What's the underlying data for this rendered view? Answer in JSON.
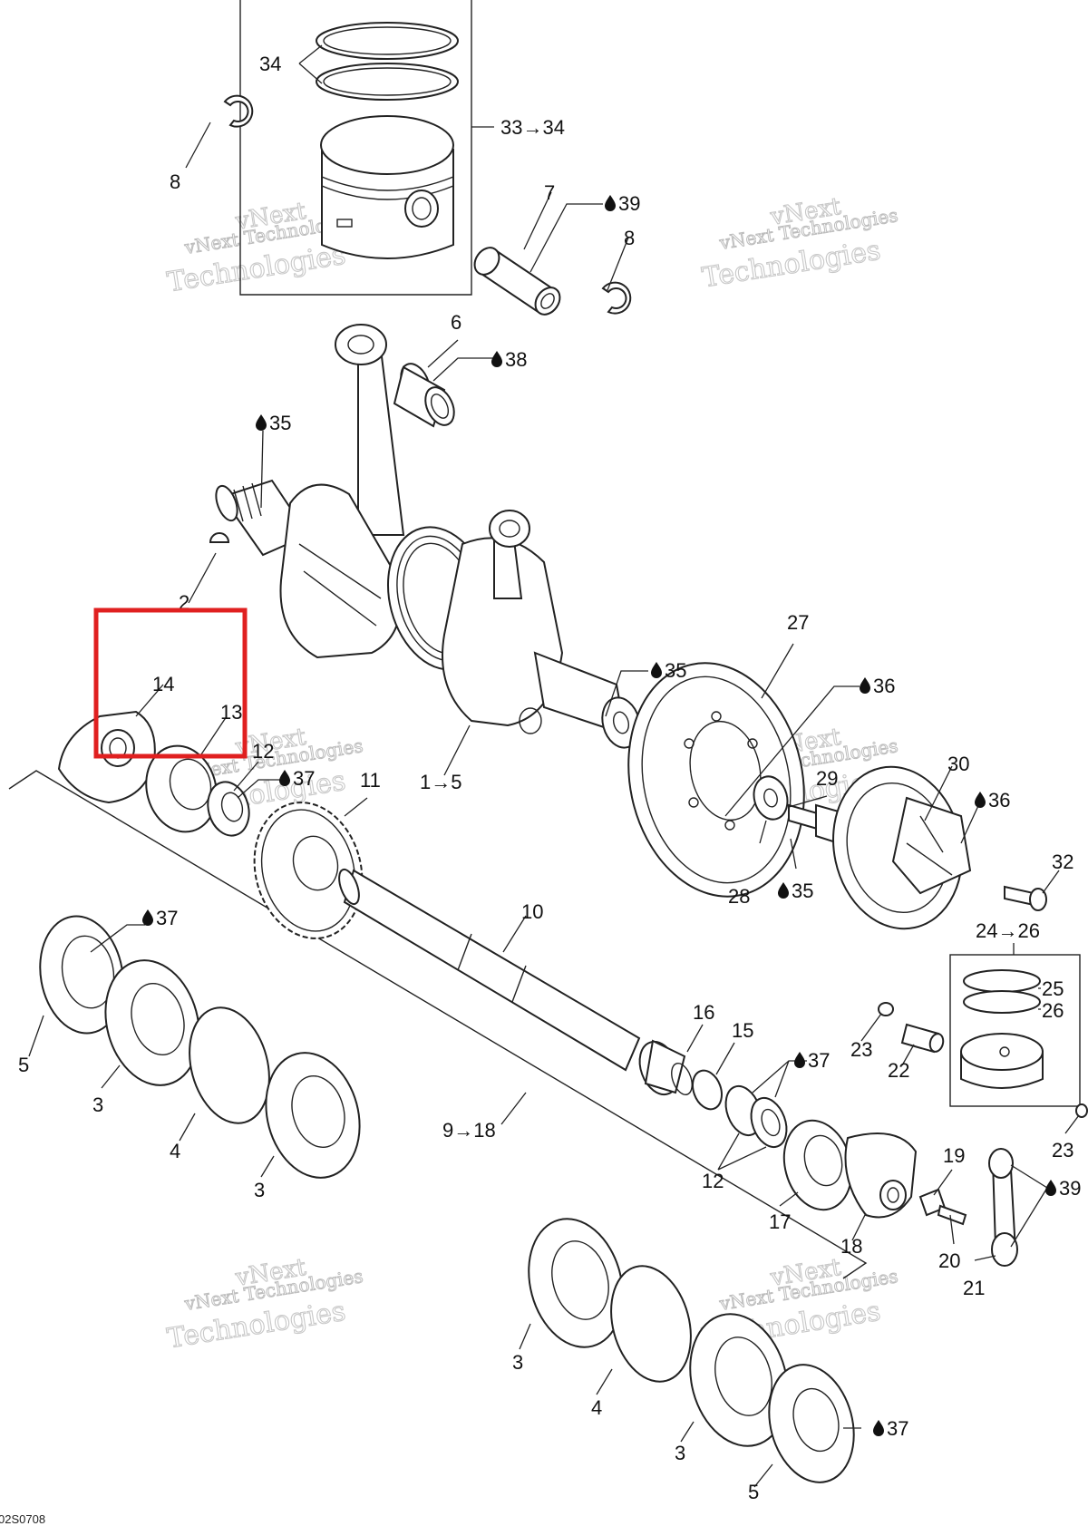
{
  "figure_code": "02S0708",
  "highlight_color": "#e02020",
  "watermark": {
    "line1": "vNext Technologies",
    "line2a": "vNext",
    "line2b": "Technologies"
  },
  "icons": {
    "oil": "oil-drop-icon",
    "arrow": "arrow-right-icon"
  },
  "callouts": [
    {
      "id": "c34",
      "text": "34"
    },
    {
      "id": "c33-34",
      "text": "33→34"
    },
    {
      "id": "c8a",
      "text": "8"
    },
    {
      "id": "c7",
      "text": "7"
    },
    {
      "id": "c39a",
      "text": "39",
      "oil": true
    },
    {
      "id": "c8b",
      "text": "8"
    },
    {
      "id": "c6",
      "text": "6"
    },
    {
      "id": "c38",
      "text": "38",
      "oil": true
    },
    {
      "id": "c35a",
      "text": "35",
      "oil": true
    },
    {
      "id": "c2",
      "text": "2"
    },
    {
      "id": "c14",
      "text": "14"
    },
    {
      "id": "c13",
      "text": "13"
    },
    {
      "id": "c12a",
      "text": "12"
    },
    {
      "id": "c37a",
      "text": "37",
      "oil": true
    },
    {
      "id": "c11",
      "text": "11"
    },
    {
      "id": "c1-5",
      "text": "1→5"
    },
    {
      "id": "c35b",
      "text": "35",
      "oil": true
    },
    {
      "id": "c27",
      "text": "27"
    },
    {
      "id": "c36a",
      "text": "36",
      "oil": true
    },
    {
      "id": "c29",
      "text": "29"
    },
    {
      "id": "c30",
      "text": "30"
    },
    {
      "id": "c36b",
      "text": "36",
      "oil": true
    },
    {
      "id": "c28",
      "text": "28"
    },
    {
      "id": "c35c",
      "text": "35",
      "oil": true
    },
    {
      "id": "c32",
      "text": "32"
    },
    {
      "id": "c24-26",
      "text": "24→26"
    },
    {
      "id": "c25",
      "text": "25"
    },
    {
      "id": "c26",
      "text": "26"
    },
    {
      "id": "c37b",
      "text": "37",
      "oil": true
    },
    {
      "id": "c5a",
      "text": "5"
    },
    {
      "id": "c3a",
      "text": "3"
    },
    {
      "id": "c4a",
      "text": "4"
    },
    {
      "id": "c3b",
      "text": "3"
    },
    {
      "id": "c10",
      "text": "10"
    },
    {
      "id": "c9-18",
      "text": "9→18"
    },
    {
      "id": "c16",
      "text": "16"
    },
    {
      "id": "c15",
      "text": "15"
    },
    {
      "id": "c37c",
      "text": "37",
      "oil": true
    },
    {
      "id": "c23a",
      "text": "23"
    },
    {
      "id": "c22",
      "text": "22"
    },
    {
      "id": "c12b",
      "text": "12"
    },
    {
      "id": "c17",
      "text": "17"
    },
    {
      "id": "c18",
      "text": "18"
    },
    {
      "id": "c19",
      "text": "19"
    },
    {
      "id": "c20",
      "text": "20"
    },
    {
      "id": "c21",
      "text": "21"
    },
    {
      "id": "c23b",
      "text": "23"
    },
    {
      "id": "c39b",
      "text": "39",
      "oil": true
    },
    {
      "id": "c3c",
      "text": "3"
    },
    {
      "id": "c4b",
      "text": "4"
    },
    {
      "id": "c3d",
      "text": "3"
    },
    {
      "id": "c37d",
      "text": "37",
      "oil": true
    },
    {
      "id": "c5b",
      "text": "5"
    }
  ]
}
